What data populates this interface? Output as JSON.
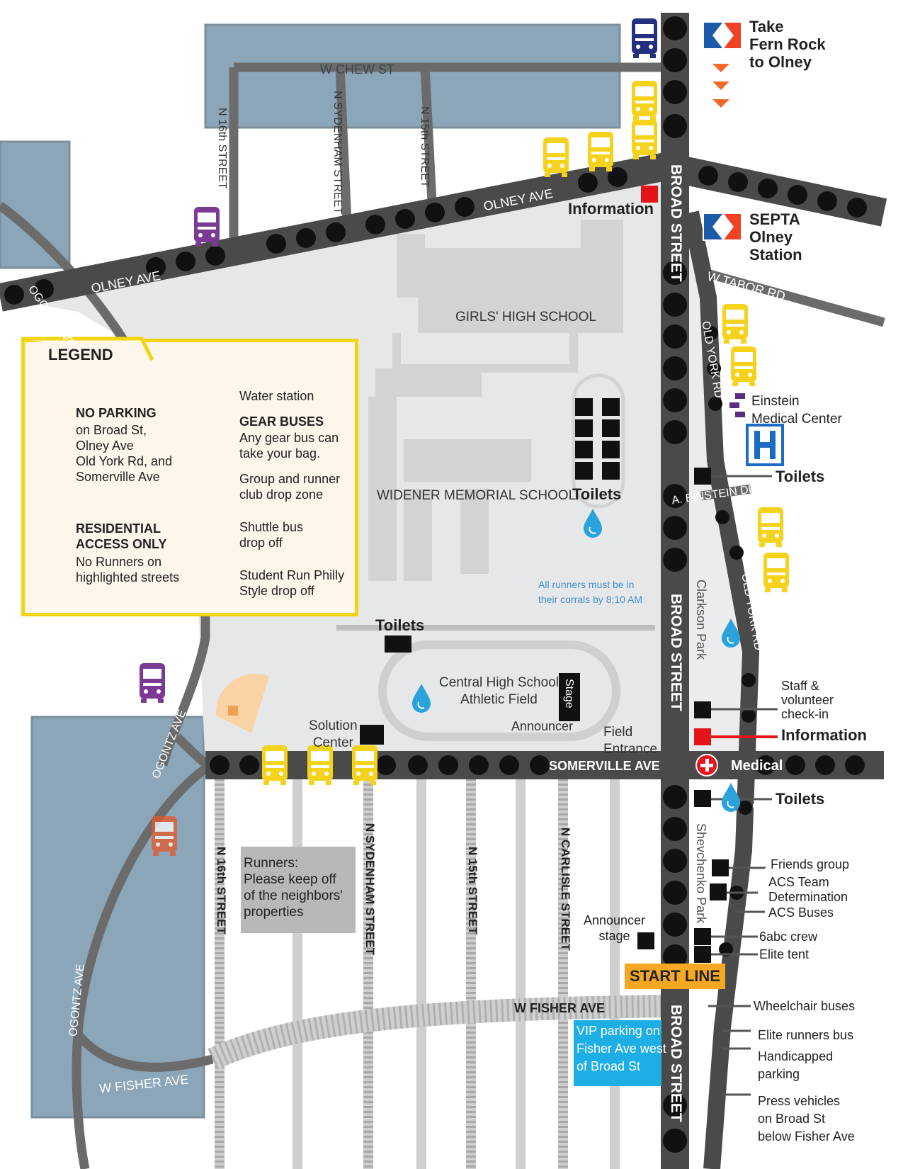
{
  "colors": {
    "no_parking_road": "#4a4a4a",
    "road": "#6b6b6b",
    "residential": "#cfcfcf",
    "campus": "#e6e7e9",
    "shaded_area": "#8aa6b8",
    "gear_bus": "#f5d21c",
    "group_bus": "#7b3a94",
    "shuttle_bus": "#e8562a",
    "student_bus": "#23307f",
    "information": "#e5141b",
    "water": "#2aa3dd",
    "start_line": "#f6a823",
    "vip": "#1eaee6",
    "legend_border": "#f2d411"
  },
  "transit": {
    "fern_rock": "Take\nFern Rock\nto Olney",
    "olney_station": "SEPTA\nOlney\nStation"
  },
  "streets": {
    "w_chew_st": "W CHEW ST",
    "n_16th_top": "N 16th STREET",
    "n_sydenham_top": "N SYDENHAM STREET",
    "n_15th_top": "N 15th STREET",
    "olney_ave_1": "OLNEY AVE",
    "olney_ave_2": "OLNEY AVE",
    "ogontz_ave_1": "OGONTZ AVE",
    "ogontz_ave_2": "OGONTZ AVE",
    "ogontz_ave_3": "OGONTZ AVE",
    "broad_street_1": "BROAD STREET",
    "broad_street_2": "BROAD STREET",
    "broad_street_3": "BROAD STREET",
    "w_tabor_rd": "W TABOR RD",
    "old_york_rd_1": "OLD YORK RD",
    "old_york_rd_2": "OLD YORK RD",
    "old_york_rd_3": "OLD YORK RD",
    "a_einstein_dr": "A. EINSTEIN DR",
    "clarkson_park": "Clarkson Park",
    "shevchenko_park": "Shevchenko Park",
    "somerville_ave": "SOMERVILLE AVE",
    "n_16th_bottom": "N 16th STREET",
    "n_sydenham_bottom": "N SYDENHAM STREET",
    "n_15th_bottom": "N 15th STREET",
    "n_carlisle": "N CARLISLE STREET",
    "w_fisher_ave_1": "W FISHER AVE",
    "w_fisher_ave_2": "W FISHER AVE"
  },
  "places": {
    "information_top": "Information",
    "girls_high": "GIRLS' HIGH SCHOOL",
    "widener": "WIDENER MEMORIAL SCHOOL",
    "toilets_campus": "Toilets",
    "toilets_mid": "Toilets",
    "corral_note": "All runners must be in\ntheir corrals by 8:10 AM",
    "central_high": "Central High School\nAthletic Field",
    "stage": "Stage",
    "announcer": "Announcer",
    "solution_center": "Solution\nCenter",
    "field_entrance": "Field\nEntrance",
    "einstein": "Einstein\nMedical Center",
    "toilets_einstein": "Toilets",
    "staff_checkin": "Staff &\nvolunteer\ncheck-in",
    "information_right": "Information",
    "medical": "Medical",
    "toilets_right": "Toilets",
    "friends_group": "Friends group",
    "acs_team": "ACS Team\nDetermination",
    "acs_buses": "ACS Buses",
    "abc_crew": "6abc crew",
    "elite_tent": "Elite tent",
    "announcer_stage": "Announcer\nstage",
    "start_line": "START LINE",
    "wheelchair_buses": "Wheelchair buses",
    "elite_runners_bus": "Elite runners bus",
    "handicapped_parking": "Handicapped\nparking",
    "press_vehicles": "Press vehicles\non Broad St\nbelow Fisher Ave",
    "vip_parking": "VIP parking on\nFisher Ave west\nof Broad St",
    "runners_note": "Runners:\nPlease keep off\nof the neighbors'\nproperties"
  },
  "legend": {
    "title": "LEGEND",
    "no_parking_title": "NO PARKING",
    "no_parking_desc": "on Broad St,\nOlney Ave\nOld York Rd, and\nSomerville Ave",
    "residential_title": "RESIDENTIAL\nACCESS ONLY",
    "residential_desc": "No Runners on\nhighlighted streets",
    "water": "Water station",
    "gear_title": "GEAR BUSES",
    "gear_desc": "Any gear bus can\ntake your bag.",
    "group": "Group and runner\nclub drop zone",
    "shuttle": "Shuttle bus\ndrop off",
    "student": "Student Run Philly\nStyle drop off"
  },
  "icons": {
    "bus": "bus-icon",
    "water": "water-drop-icon",
    "toilet": "toilet-icon",
    "medical": "medical-cross-icon",
    "septa": "septa-logo",
    "hospital": "hospital-h-icon"
  }
}
